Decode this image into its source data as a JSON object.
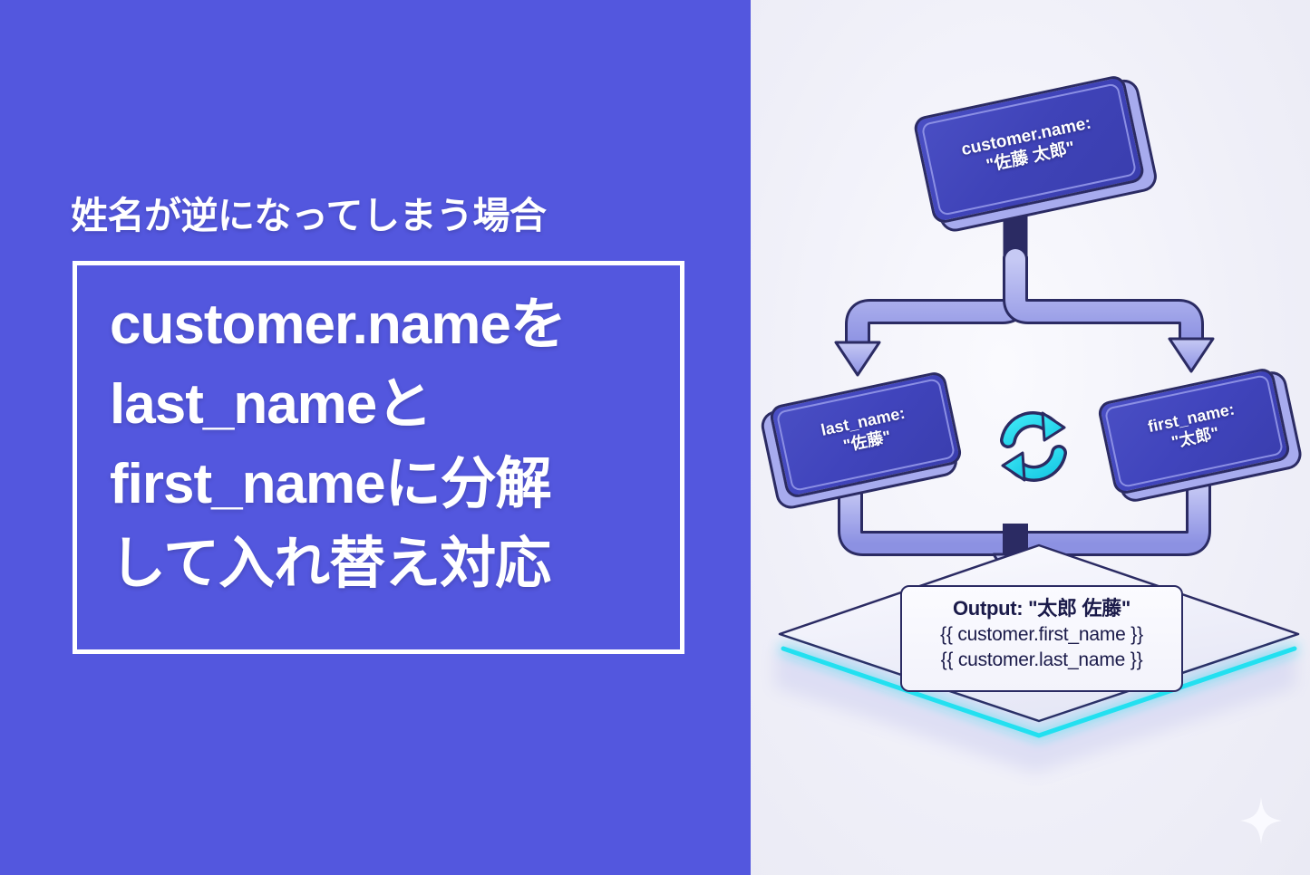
{
  "left": {
    "eyebrow": "姓名が逆になってしまう場合",
    "title_lines": [
      "customer.nameを",
      "last_nameと",
      "first_nameに分解",
      "して入れ替え対応"
    ],
    "panel_color": "#5357DE",
    "frame_color": "#FFFFFF",
    "text_color": "#FFFFFF"
  },
  "diagram": {
    "background_color": "#F0F0F8",
    "node_face_color": "#4044BC",
    "node_side_color": "#A7ABEE",
    "outline_color": "#2B2B63",
    "accent_color": "#22E0F0",
    "source": {
      "key": "customer.name:",
      "value": "\"佐藤 太郎\""
    },
    "branch_left": {
      "key": "last_name:",
      "value": "\"佐藤\""
    },
    "branch_right": {
      "key": "first_name:",
      "value": "\"太郎\""
    },
    "swap_icon": "swap-circular-arrows-icon",
    "output": {
      "headline": "Output: \"太郎 佐藤\"",
      "template_lines": [
        "{{ customer.first_name }}",
        "{{ customer.last_name }}"
      ]
    },
    "sparkle_icon": "four-point-star-icon"
  }
}
